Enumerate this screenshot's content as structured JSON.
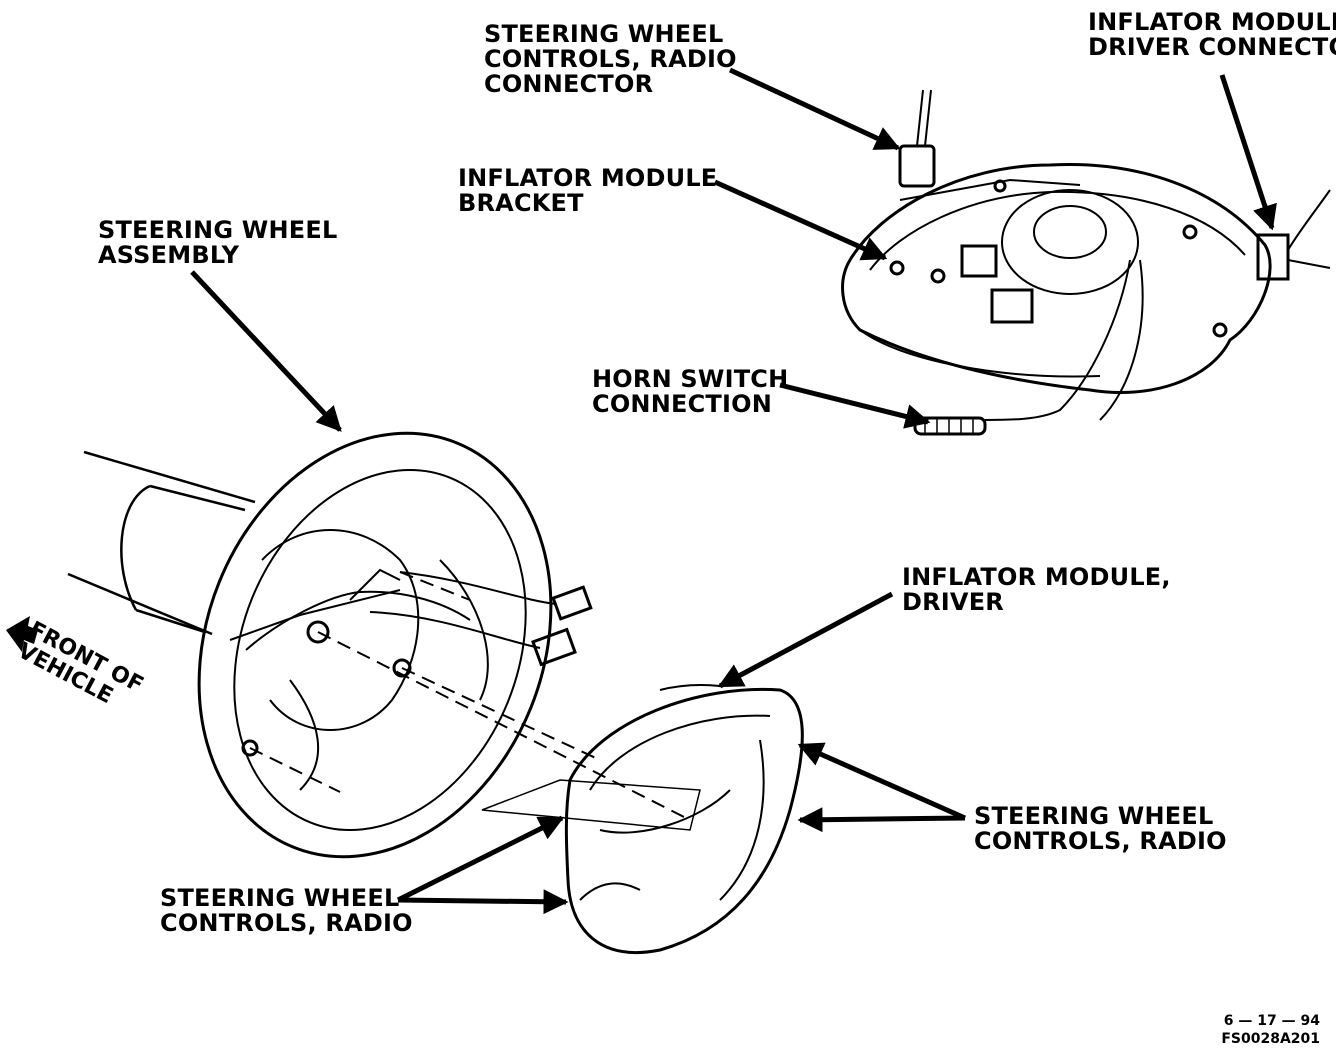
{
  "labels": {
    "steering_wheel_controls_radio_connector": [
      "STEERING WHEEL",
      "CONTROLS, RADIO",
      "CONNECTOR"
    ],
    "inflator_module_driver_connector": [
      "INFLATOR MODULE",
      "DRIVER CONNECTOR"
    ],
    "inflator_module_bracket": [
      "INFLATOR MODULE",
      "BRACKET"
    ],
    "steering_wheel_assembly": [
      "STEERING WHEEL",
      "ASSEMBLY"
    ],
    "horn_switch_connection": [
      "HORN SWITCH",
      "CONNECTION"
    ],
    "inflator_module_driver": [
      "INFLATOR MODULE,",
      "DRIVER"
    ],
    "front_of_vehicle": [
      "FRONT OF",
      "VEHICLE"
    ],
    "steering_wheel_controls_radio_right": [
      "STEERING WHEEL",
      "CONTROLS, RADIO"
    ],
    "steering_wheel_controls_radio_left": [
      "STEERING WHEEL",
      "CONTROLS, RADIO"
    ]
  },
  "stamp": {
    "date": "6 — 17 — 94",
    "code": "FS0028A201"
  },
  "colors": {
    "ink": "#000000",
    "paper": "#ffffff"
  }
}
